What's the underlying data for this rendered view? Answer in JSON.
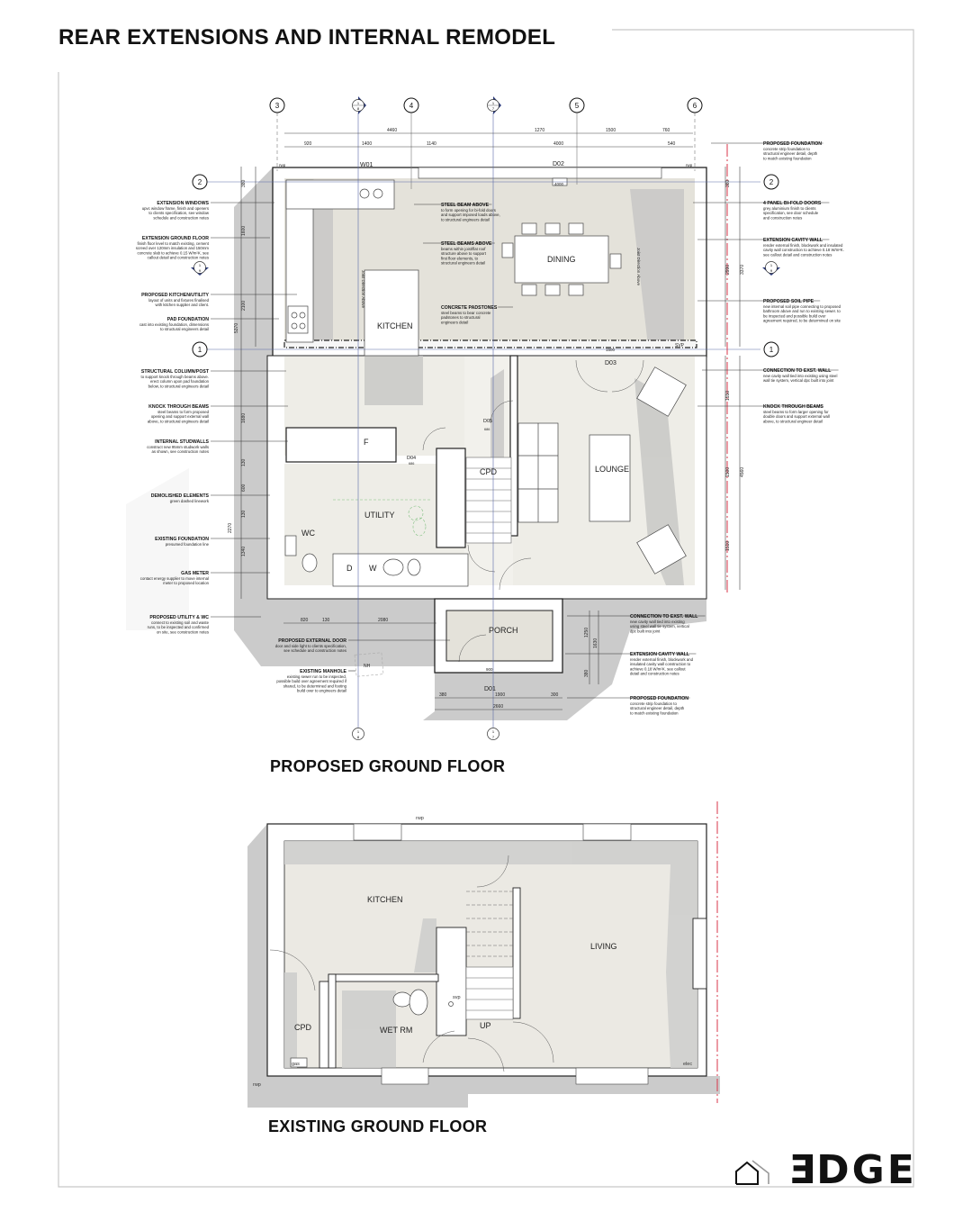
{
  "title": "REAR EXTENSIONS AND INTERNAL REMODEL",
  "proposed": {
    "title": "PROPOSED GROUND FLOOR",
    "grid_top": [
      "3",
      "4",
      "5",
      "6"
    ],
    "grid_side": [
      "2",
      "1"
    ],
    "section_marks": [
      {
        "top": "1",
        "bottom": "8"
      },
      {
        "top": "1",
        "bottom": "7"
      },
      {
        "top": "1",
        "bottom": "9"
      }
    ],
    "rooms": {
      "kitchen": "KITCHEN",
      "dining": "DINING",
      "lounge": "LOUNGE",
      "utility": "UTILITY",
      "wc": "WC",
      "porch": "PORCH",
      "cpd": "CPD",
      "fridge": "F",
      "dishwasher": "D",
      "washer": "W",
      "svp": "SVP",
      "nh": "NH",
      "rwp": "rwp",
      "joist_direction": "Joist Direction Above"
    },
    "tags": {
      "w01": "W01",
      "d02": "D02",
      "d03": "D03",
      "d04": "D04",
      "d05": "D05",
      "d01": "D01",
      "d02_width": "4000",
      "d03_width": "1500",
      "d01_width": "900",
      "d04_width": "686",
      "d05_width": "686"
    },
    "dims_top_1": [
      "4460",
      "1270",
      "1500",
      "760"
    ],
    "dims_top_2": [
      "920",
      "1400",
      "1140",
      "4000",
      "540"
    ],
    "dims_left": [
      "380",
      "1600",
      "2100",
      "5370",
      "1680",
      "130",
      "600",
      "130",
      "2270",
      "1340"
    ],
    "dims_right": [
      "380",
      "2990",
      "3370",
      "1550",
      "1500",
      "4560",
      "1510"
    ],
    "dims_bottom_1": [
      "820",
      "130",
      "2080"
    ],
    "dims_bottom_2": [
      "380",
      "1900",
      "300",
      "2660"
    ],
    "dims_porch": [
      "1250",
      "1630",
      "380"
    ]
  },
  "annotations": {
    "left": [
      {
        "title": "EXTENSION WINDOWS",
        "lines": [
          "upvc window frame, finish and openers",
          "to clients specification, see window",
          "schedule and construction notes"
        ]
      },
      {
        "title": "EXTENSION GROUND FLOOR",
        "lines": [
          "finish floor level to match existing, cement",
          "screed over 120mm insulation and 150mm",
          "concrete slab to achieve 0.15 W/m²K. see",
          "callout detail and construction notes"
        ]
      },
      {
        "title": "PROPOSED KITCHEN/UTILITY",
        "lines": [
          "layout of units and fixtures finalised",
          "with kitchen supplier and client."
        ]
      },
      {
        "title": "PAD FOUNDATION",
        "lines": [
          "cast into existing foundation, dimensions",
          "to structural engineers detail"
        ]
      },
      {
        "title": "STRUCTURAL COLUMN/POST",
        "lines": [
          "to support knock through beams above.",
          "erect column upon pad foundation",
          "below, to structural engineers detail"
        ]
      },
      {
        "title": "KNOCK THROUGH BEAMS",
        "lines": [
          "steel beams to form proposed",
          "opening and support external wall",
          "above, to structural engineers detail"
        ]
      },
      {
        "title": "INTERNAL STUDWALLS",
        "lines": [
          "construct new 95mm studwork walls",
          "as shown, see construction notes"
        ]
      },
      {
        "title": "DEMOLISHED ELEMENTS",
        "lines": [
          "green dashed linework"
        ]
      },
      {
        "title": "EXISTING FOUNDATION",
        "lines": [
          "presumed foundation line"
        ]
      },
      {
        "title": "GAS METER",
        "lines": [
          "contact energy supplier to move internal",
          "meter to proposed location"
        ]
      },
      {
        "title": "PROPOSED UTILITY & WC",
        "lines": [
          "connect to existing soil and waste",
          "runs, to be inspected and confirmed",
          "on site, see construction notes"
        ]
      }
    ],
    "right": [
      {
        "title": "PROPOSED FOUNDATION",
        "lines": [
          "concrete strip foundation to",
          "structural engineer detail, depth",
          "to match existing foundation"
        ]
      },
      {
        "title": "4 PANEL BI-FOLD DOORS",
        "lines": [
          "grey aluminium finish to clients",
          "specification, see door schedule",
          "and construction notes"
        ]
      },
      {
        "title": "EXTENSION CAVITY WALL",
        "lines": [
          "render external finish, blockwork and insulated",
          "cavity wall construction to achieve 0.18 W/m²K.",
          "see callout detail and construction notes"
        ]
      },
      {
        "title": "PROPOSED SOIL PIPE",
        "lines": [
          "new internal soil pipe connecting to proposed",
          "bathroom above and run to existing sewer. to",
          "be inspected and possible build over",
          "agreement required, to be determined on site"
        ]
      },
      {
        "title": "CONNECTION TO EXST. WALL",
        "lines": [
          "new cavity wall tied into existing using steel",
          "wall tie system, vertical dpc built into joint"
        ]
      },
      {
        "title": "KNOCK THROUGH BEAMS",
        "lines": [
          "steel beams to form larger opening for",
          "double doors and support external wall",
          "above, to structural engineer detail"
        ]
      }
    ],
    "bottom_right": [
      {
        "title": "CONNECTION TO EXST. WALL",
        "lines": [
          "new cavity wall tied into existing",
          "using steel wall tie system, vertical",
          "dpc built into joint"
        ]
      },
      {
        "title": "EXTENSION CAVITY WALL",
        "lines": [
          "render external finish, blockwork and",
          "insulated cavity wall construction to",
          "achieve 0.18 W/m²K. see callout",
          "detail and construction notes"
        ]
      },
      {
        "title": "PROPOSED FOUNDATION",
        "lines": [
          "concrete strip foundation to",
          "structural engineer detail, depth",
          "to match existing foundation"
        ]
      }
    ],
    "bottom_left": [
      {
        "title": "PROPOSED EXTERNAL DOOR",
        "lines": [
          "door and side light to clients specification,",
          "see schedule and construction notes"
        ]
      },
      {
        "title": "EXISTING MANHOLE",
        "lines": [
          "existing sewer run to be inspected,",
          "possible build over agreement required if",
          "shared, to be determined and footing",
          "build over to engineers detail"
        ]
      }
    ],
    "centre": [
      {
        "title": "STEEL BEAM ABOVE",
        "lines": [
          "to form opening for bi-fold doors",
          "and support imposed loads above,",
          "to structural engineers detail"
        ]
      },
      {
        "title": "STEEL BEAMS ABOVE",
        "lines": [
          "beams within joist/flat roof",
          "structure above to support",
          "first floor elements, to",
          "structural engineers detail"
        ]
      },
      {
        "title": "CONCRETE PADSTONES",
        "lines": [
          "steel beams to bear concrete",
          "padstones to structural",
          "engineers detail"
        ]
      }
    ]
  },
  "existing": {
    "title": "EXISTING GROUND FLOOR",
    "rooms": {
      "kitchen": "KITCHEN",
      "living": "LIVING",
      "cpd": "CPD",
      "wet_rm": "WET RM",
      "up": "UP",
      "svp": "svp",
      "gas": "gas",
      "elec": "elec",
      "rwp": "rwp"
    }
  },
  "logo": {
    "text_first": "E",
    "text_rest": "DGE",
    "icon": "house-outline-icon"
  },
  "colors": {
    "floor": "#ebe9e3",
    "shadow": "#c9c9c9",
    "wall": "#ffffff",
    "line": "#222222",
    "grid": "#5b6aa8",
    "boundary": "#d9364a",
    "demolished": "#7fbf7f"
  }
}
